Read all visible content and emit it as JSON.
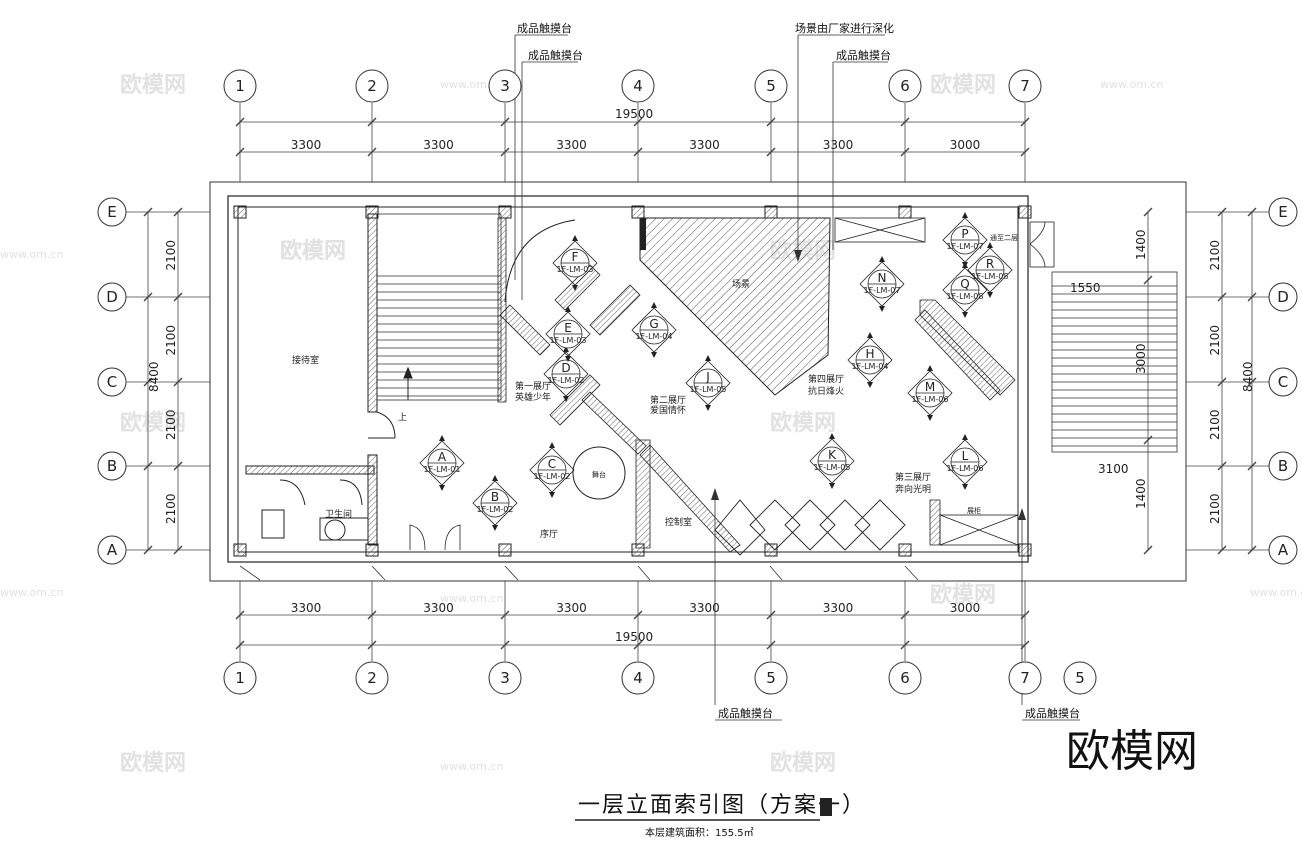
{
  "callouts": {
    "top_1": "成品触摸台",
    "top_2": "成品触摸台",
    "top_3": "场景由厂家进行深化",
    "top_4": "成品触摸台",
    "bottom_1": "成品触摸台",
    "bottom_2": "成品触摸台"
  },
  "grid": {
    "columns": [
      "1",
      "2",
      "3",
      "4",
      "5",
      "6",
      "7"
    ],
    "rows": [
      "E",
      "D",
      "C",
      "B",
      "A"
    ],
    "extra_bottom": "5"
  },
  "dimensions": {
    "top_total": "19500",
    "top_segments": [
      "3300",
      "3300",
      "3300",
      "3300",
      "3300",
      "3000"
    ],
    "bottom_total": "19500",
    "bottom_segments": [
      "3300",
      "3300",
      "3300",
      "3300",
      "3300",
      "3000"
    ],
    "left_total": "8400",
    "left_segments": [
      "2100",
      "2100",
      "2100",
      "2100"
    ],
    "right_total": "8400",
    "right_segments": [
      "2100",
      "2100",
      "2100",
      "2100"
    ],
    "right_inner": [
      "1400",
      "3000",
      "1400"
    ],
    "stair_1550": "1550",
    "stair_3100": "3100"
  },
  "rooms": {
    "reception": "接待室",
    "toilet": "卫生间",
    "preface": "序厅",
    "control": "控制室",
    "scene": "场景",
    "stairs_up": "上",
    "hall1": "第一展厅",
    "hall1_sub": "英雄少年",
    "hall2": "第二展厅",
    "hall2_sub": "爱国情怀",
    "hall3": "第三展厅",
    "hall3_sub": "奔向光明",
    "hall4": "第四展厅",
    "hall4_sub": "抗日烽火",
    "stage_label": "舞台",
    "display_case": "展柜",
    "upper_floor": "通至二层"
  },
  "markers": [
    {
      "letter": "A",
      "code": "1F-LM-01"
    },
    {
      "letter": "B",
      "code": "1F-LM-02"
    },
    {
      "letter": "C",
      "code": "1F-LM-02"
    },
    {
      "letter": "D",
      "code": "1F-LM-02"
    },
    {
      "letter": "E",
      "code": "1F-LM-03"
    },
    {
      "letter": "F",
      "code": "1F-LM-03"
    },
    {
      "letter": "G",
      "code": "1F-LM-04"
    },
    {
      "letter": "H",
      "code": "1F-LM-04"
    },
    {
      "letter": "J",
      "code": "1F-LM-05"
    },
    {
      "letter": "K",
      "code": "1F-LM-05"
    },
    {
      "letter": "L",
      "code": "1F-LM-06"
    },
    {
      "letter": "M",
      "code": "1F-LM-06"
    },
    {
      "letter": "N",
      "code": "1F-LM-07"
    },
    {
      "letter": "P",
      "code": "1F-LM-07"
    },
    {
      "letter": "Q",
      "code": "1F-LM-08"
    },
    {
      "letter": "R",
      "code": "1F-LM-08"
    }
  ],
  "brand": "欧模网",
  "watermarks": [
    "欧模网",
    "www.om.cn"
  ],
  "title": "一层立面索引图（方案一）",
  "subtitle": "本层建筑面积：155.5㎡"
}
